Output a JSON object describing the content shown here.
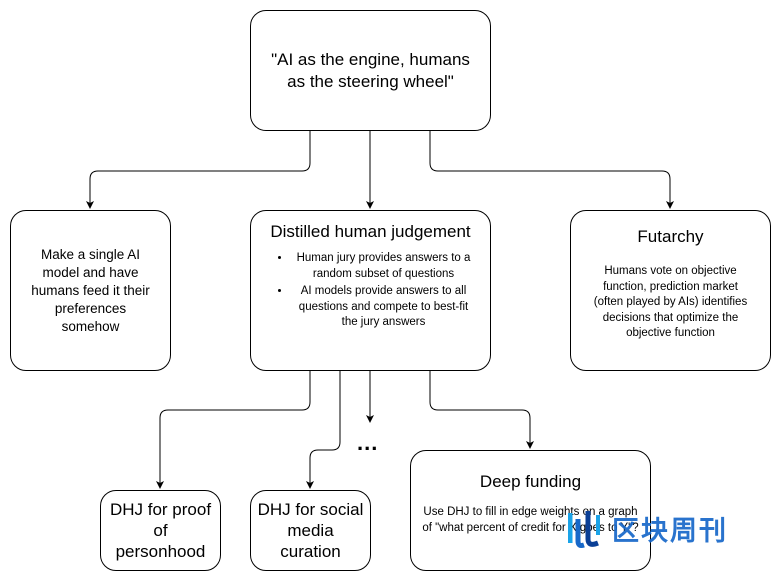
{
  "root": {
    "text": "\"AI as the engine, humans as the steering wheel\""
  },
  "left": {
    "text": "Make a single AI model and have humans feed it their preferences somehow"
  },
  "middle": {
    "title": "Distilled human judgement",
    "points": [
      "Human jury provides answers to a random subset of questions",
      "AI models provide answers to all questions and compete to best-fit the jury answers"
    ]
  },
  "right": {
    "title": "Futarchy",
    "text": "Humans vote on objective function, prediction market (often played by AIs) identifies decisions that optimize the objective function"
  },
  "children": {
    "personhood": "DHJ for proof of personhood",
    "social": "DHJ for social media curation",
    "ellipsis": "...",
    "funding_title": "Deep funding",
    "funding_text": "Use DHJ to fill in edge weights on a graph of \"what percent of credit for X goes to Y\"?"
  },
  "watermark": {
    "text": "区块周刊",
    "colors": [
      "#1aa3e8",
      "#1768c9",
      "#0a3f96"
    ]
  }
}
